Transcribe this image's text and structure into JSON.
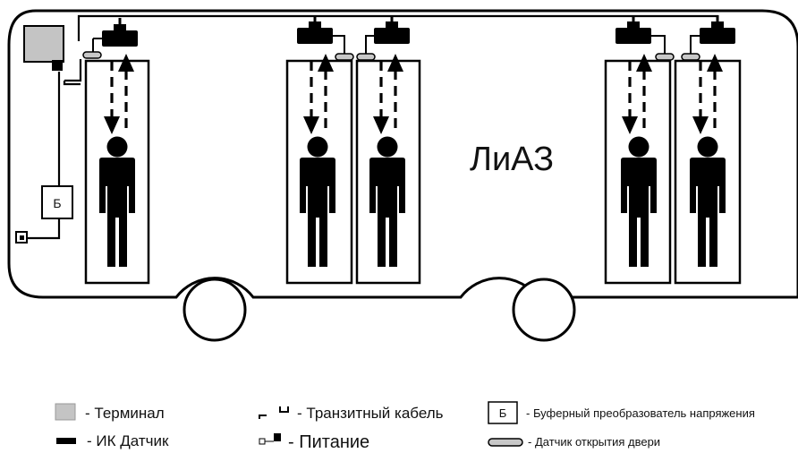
{
  "diagram": {
    "bus_label": "ЛиАЗ",
    "buffer_box_label": "Б"
  },
  "legend": {
    "terminal": "- Терминал",
    "ir_sensor": "-  ИК Датчик",
    "transit_cable": "- Транзитный кабель",
    "power": "- Питание",
    "buffer_symbol": "Б",
    "buffer": "- Буферный преобразователь напряжения",
    "door_sensor": "- Датчик открытия двери"
  },
  "colors": {
    "outline": "#000000",
    "terminal": "#c4c4c4",
    "sensor": "#000000",
    "door_sensor": "#c8c8c8",
    "background": "#ffffff"
  }
}
